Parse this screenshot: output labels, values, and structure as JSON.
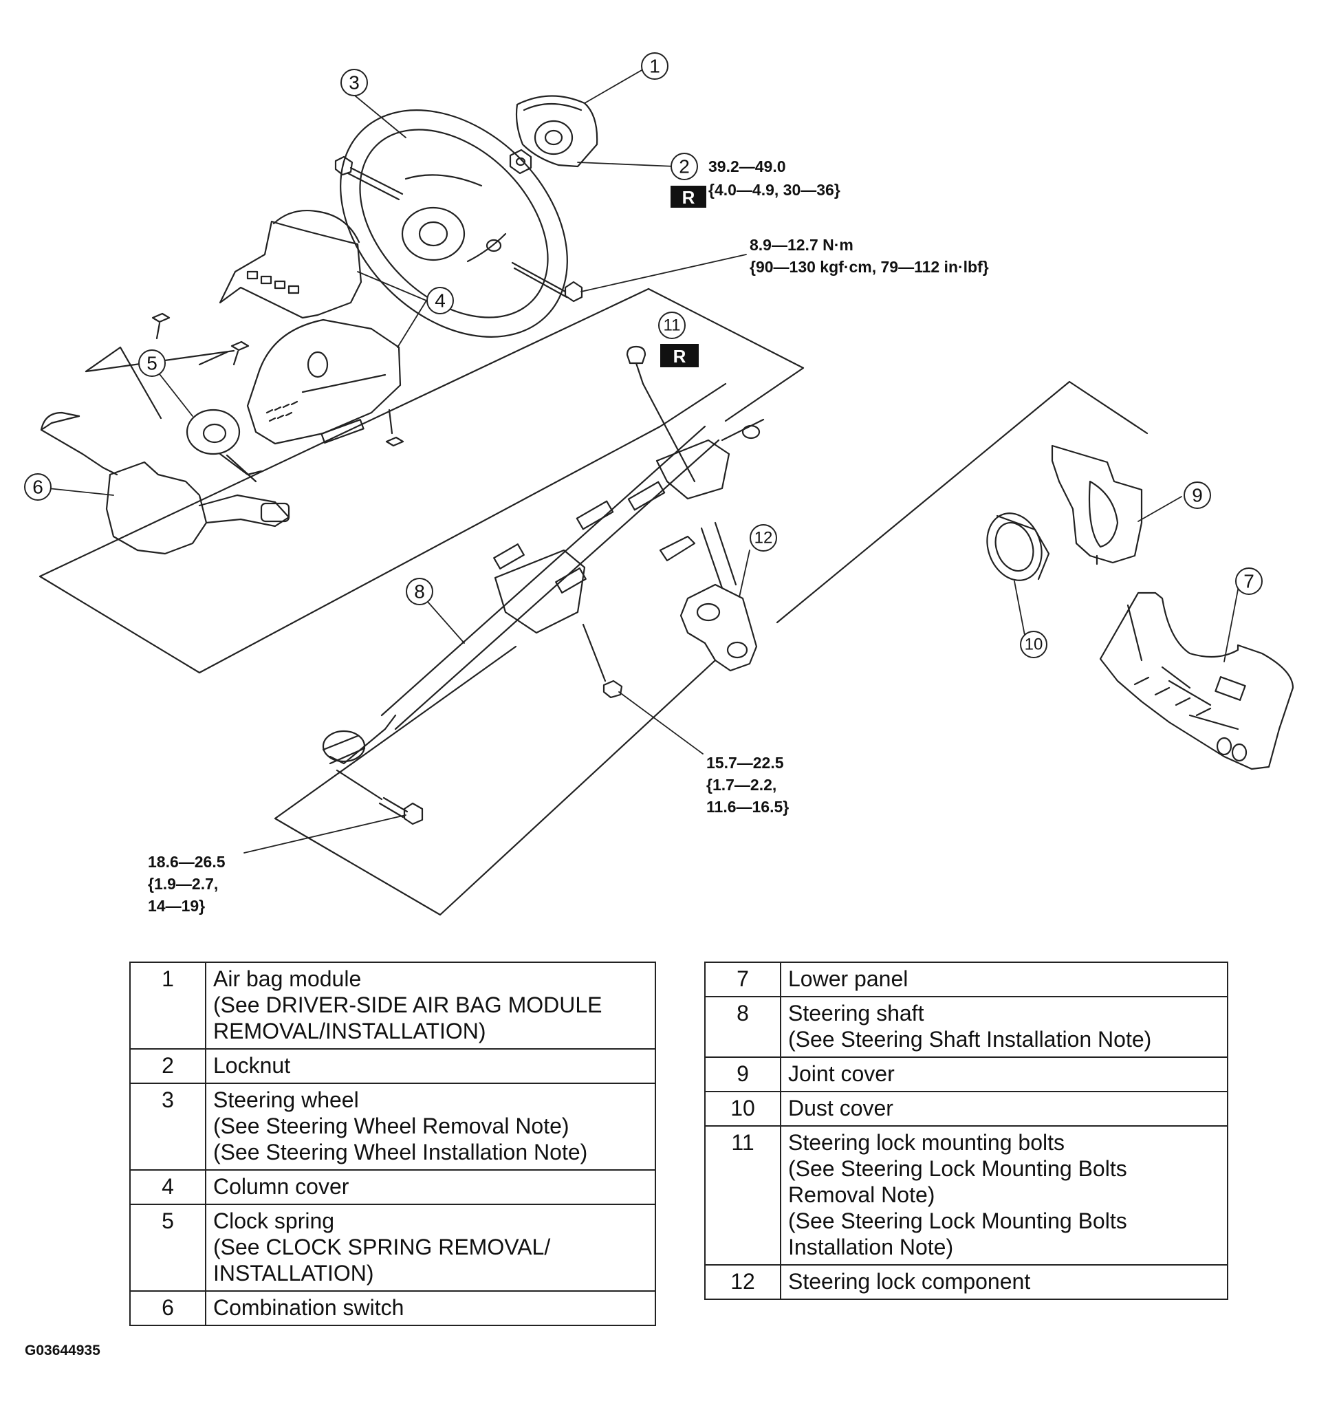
{
  "figure_id": "G03644935",
  "callouts": [
    "1",
    "2",
    "3",
    "4",
    "5",
    "6",
    "7",
    "8",
    "9",
    "10",
    "11",
    "12"
  ],
  "replace_mark": "R",
  "torque_specs": {
    "locknut": [
      "39.2—49.0",
      "{4.0—4.9, 30—36}"
    ],
    "wheel_bolt": [
      "8.9—12.7 N·m",
      "{90—130 kgf·cm, 79—112 in·lbf}"
    ],
    "column_nut": [
      "15.7—22.5",
      "{1.7—2.2,",
      "11.6—16.5}"
    ],
    "joint_bolt": [
      "18.6—26.5",
      "{1.9—2.7,",
      "14—19}"
    ]
  },
  "parts_left": [
    {
      "num": "1",
      "lines": [
        "Air bag module",
        "(See DRIVER-SIDE AIR BAG MODULE",
        "REMOVAL/INSTALLATION)"
      ]
    },
    {
      "num": "2",
      "lines": [
        "Locknut"
      ]
    },
    {
      "num": "3",
      "lines": [
        "Steering wheel",
        "(See Steering Wheel Removal Note)",
        "(See Steering Wheel Installation Note)"
      ]
    },
    {
      "num": "4",
      "lines": [
        "Column cover"
      ]
    },
    {
      "num": "5",
      "lines": [
        "Clock spring",
        "(See CLOCK SPRING REMOVAL/",
        "INSTALLATION)"
      ]
    },
    {
      "num": "6",
      "lines": [
        "Combination switch"
      ]
    }
  ],
  "parts_right": [
    {
      "num": "7",
      "lines": [
        "Lower panel"
      ]
    },
    {
      "num": "8",
      "lines": [
        "Steering shaft",
        "(See Steering Shaft Installation Note)"
      ]
    },
    {
      "num": "9",
      "lines": [
        "Joint cover"
      ]
    },
    {
      "num": "10",
      "lines": [
        "Dust cover"
      ]
    },
    {
      "num": "11",
      "lines": [
        "Steering lock mounting bolts",
        "(See  Steering Lock Mounting Bolts",
        "Removal Note)",
        "(See Steering Lock Mounting Bolts",
        "Installation Note)"
      ]
    },
    {
      "num": "12",
      "lines": [
        "Steering lock component"
      ]
    }
  ]
}
